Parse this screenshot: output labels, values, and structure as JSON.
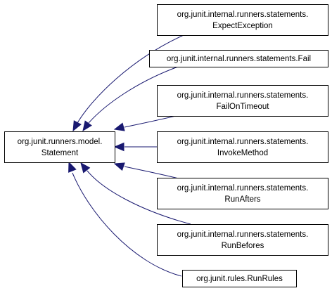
{
  "diagram": {
    "base_class": {
      "lines": [
        "org.junit.runners.model.",
        "Statement"
      ]
    },
    "subclasses": [
      {
        "id": "expect-exception",
        "lines": [
          "org.junit.internal.runners.statements.",
          "ExpectException"
        ]
      },
      {
        "id": "fail",
        "lines": [
          "org.junit.internal.runners.statements.Fail"
        ]
      },
      {
        "id": "fail-on-timeout",
        "lines": [
          "org.junit.internal.runners.statements.",
          "FailOnTimeout"
        ]
      },
      {
        "id": "invoke-method",
        "lines": [
          "org.junit.internal.runners.statements.",
          "InvokeMethod"
        ]
      },
      {
        "id": "run-afters",
        "lines": [
          "org.junit.internal.runners.statements.",
          "RunAfters"
        ]
      },
      {
        "id": "run-befores",
        "lines": [
          "org.junit.internal.runners.statements.",
          "RunBefores"
        ]
      },
      {
        "id": "run-rules",
        "lines": [
          "org.junit.rules.RunRules"
        ]
      }
    ],
    "colors": {
      "edge": "#191970",
      "node_border": "#000000",
      "node_fill": "#ffffff",
      "background": "#ffffff"
    }
  }
}
